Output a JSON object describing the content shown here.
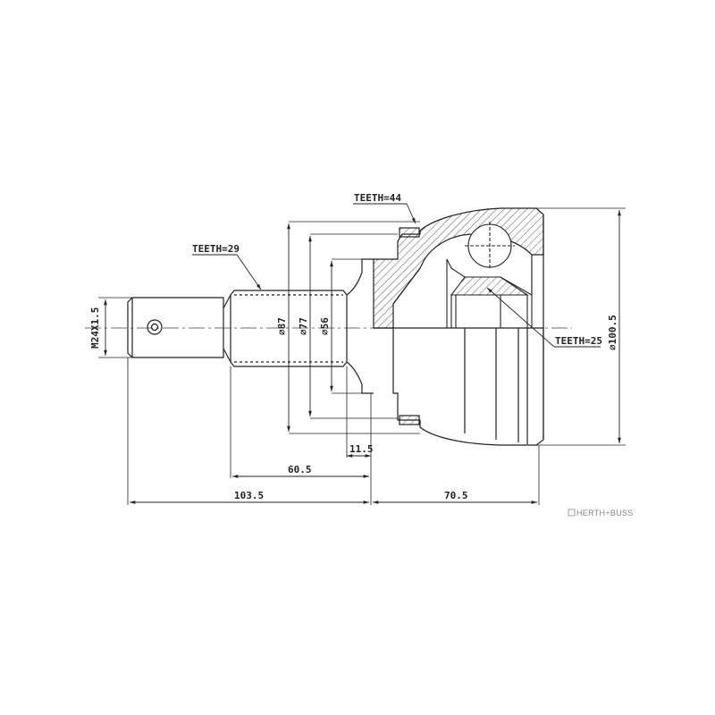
{
  "labels": {
    "teeth_outer": "TEETH=44",
    "teeth_shaft": "TEETH=29",
    "teeth_inner": "TEETH=25",
    "thread": "M24X1.5",
    "dia_87": "⌀87",
    "dia_77": "⌀77",
    "dia_56": "⌀56",
    "dia_100_5": "⌀100.5",
    "len_11_5": "11.5",
    "len_60_5": "60.5",
    "len_103_5": "103.5",
    "len_70_5": "70.5"
  },
  "brand": {
    "name": "HERTH+BUSS"
  },
  "colors": {
    "line": "#222222",
    "hatch": "#333333",
    "brand": "#888888"
  }
}
